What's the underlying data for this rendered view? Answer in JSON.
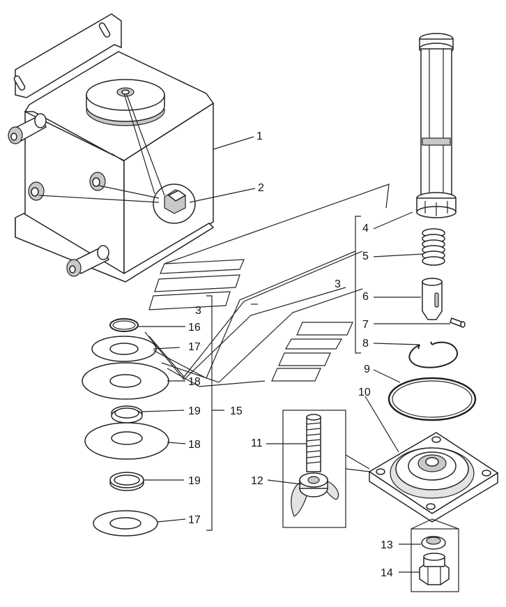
{
  "callouts": {
    "c1": "1",
    "c2": "2",
    "c3a": "3",
    "c3b": "3",
    "c4": "4",
    "c5": "5",
    "c6": "6",
    "c7": "7",
    "c8": "8",
    "c9": "9",
    "c10": "10",
    "c11": "11",
    "c12": "12",
    "c13": "13",
    "c14": "14",
    "c15": "15",
    "c16": "16",
    "c17a": "17",
    "c17b": "17",
    "c18a": "18",
    "c18b": "18",
    "c19a": "19",
    "c19b": "19"
  },
  "parts": {
    "tank": "tank-body",
    "filter": "filter-cartridge",
    "spring": "spring",
    "valve": "valve-piston",
    "pin": "pin",
    "circlip": "circlip",
    "oring": "o-ring",
    "cover": "cover-flange",
    "stud": "stud",
    "wingnut": "wing-nut",
    "washer": "washer",
    "plug": "hex-plug"
  }
}
